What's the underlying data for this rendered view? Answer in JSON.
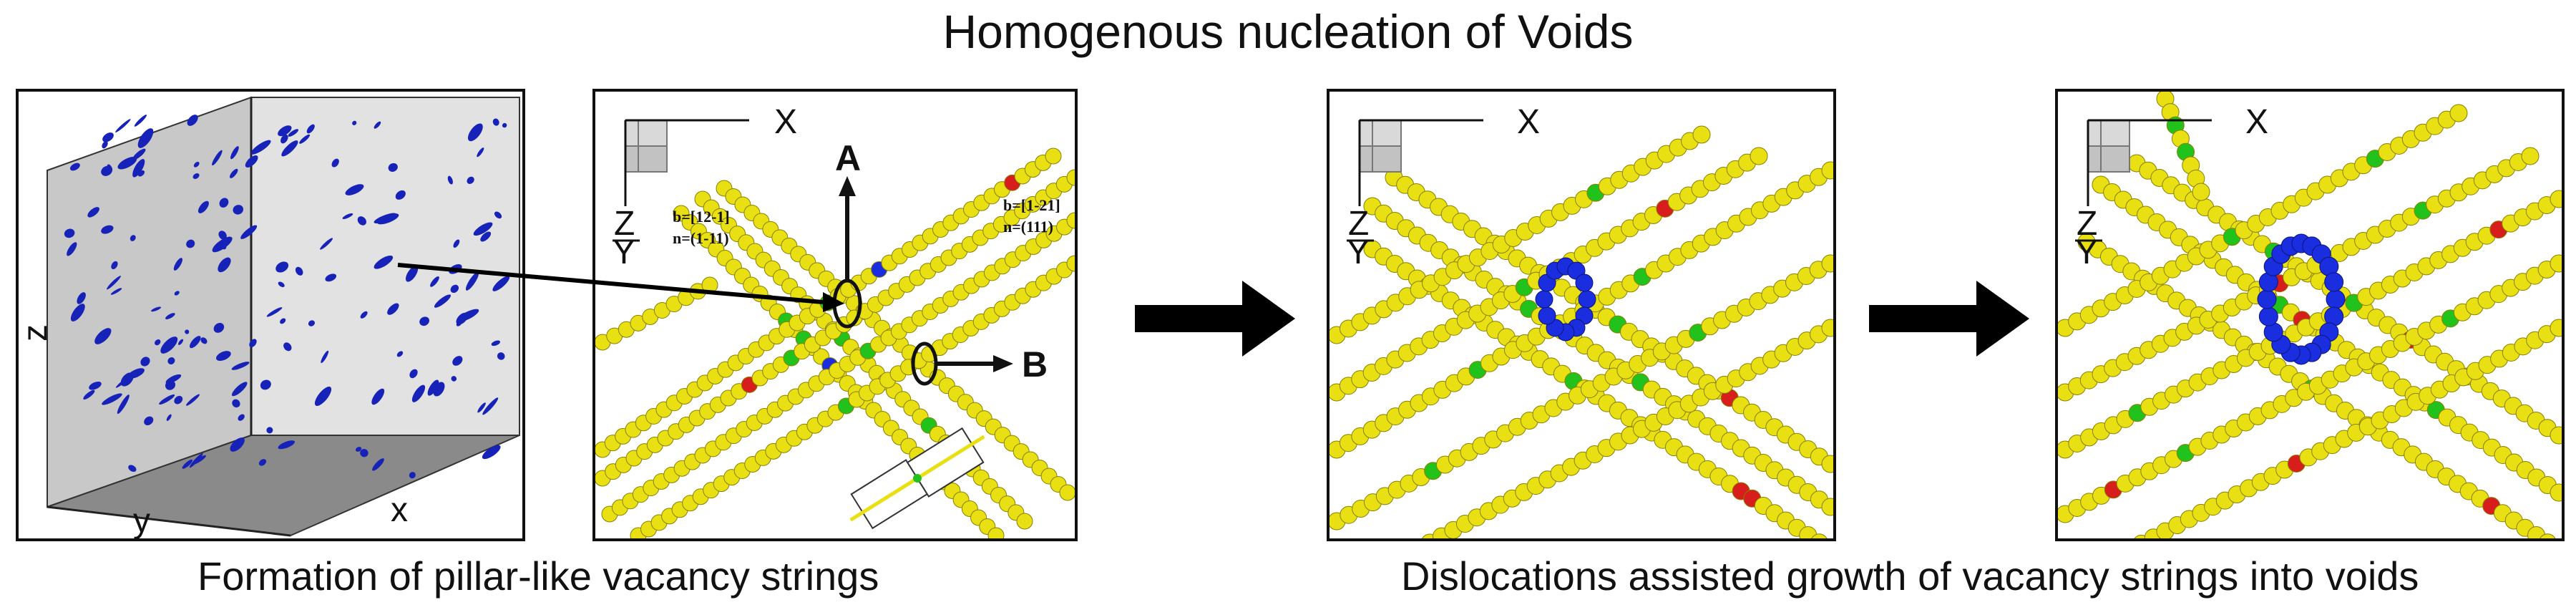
{
  "title": "Homogenous nucleation of Voids",
  "captions": {
    "left": "Formation of pillar-like vacancy strings",
    "right": "Dislocations assisted growth of vacancy strings into voids"
  },
  "panel1": {
    "axis_z": "z",
    "axis_y": "y",
    "axis_x": "x"
  },
  "panel2": {
    "axis_x": "X",
    "axis_z": "Z",
    "axis_y": "Y",
    "label_a": "A",
    "label_b": "B",
    "burgers1": "b=[12-1]",
    "normal1": "n=(1-11)",
    "burgers2": "b=[1-21]",
    "normal2": "n=(111)"
  },
  "panel3": {
    "axis_x": "X",
    "axis_z": "Z",
    "axis_y": "Y"
  },
  "panel4": {
    "axis_x": "X",
    "axis_z": "Z",
    "axis_y": "Y"
  },
  "colors": {
    "atom_yellow": "#e8e012",
    "atom_green": "#22c21c",
    "atom_red": "#d81d1d",
    "atom_blue": "#1a2ee0",
    "void_blue": "#1722b8",
    "box_gray": "#d7d7d7",
    "floor_gray": "#8a8a8a"
  }
}
